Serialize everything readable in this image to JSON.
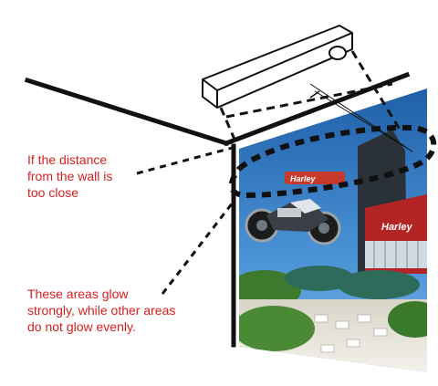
{
  "annotations": {
    "distance_note": "If the distance\nfrom the wall is\ntoo close",
    "glow_note": "These areas glow\nstrongly, while other areas\ndo not glow evenly."
  },
  "colors": {
    "annotation_text": "#d81e1e",
    "outline": "#111111",
    "dash": "#111111",
    "wall_photo_sky": "#2f72b8",
    "wall_photo_building": "#b32424",
    "wall_photo_trees": "#3e7a2e"
  },
  "icons": {
    "fixture": "light-fixture-icon",
    "photo": "restaurant-photo"
  }
}
